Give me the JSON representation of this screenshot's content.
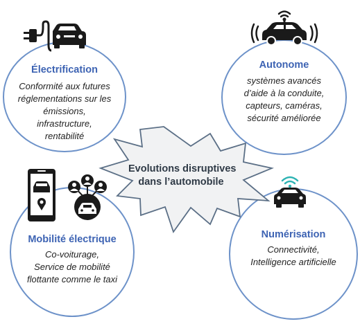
{
  "center": {
    "lines": [
      "Evolutions disruptives",
      "dans l’automobile"
    ]
  },
  "nodes": [
    {
      "title": "Électrification",
      "lines": [
        "Conformité aux futures",
        "réglementations sur les",
        "émissions,",
        "infrastructure,",
        "rentabilité"
      ],
      "icon": "electric-car-plug-icon"
    },
    {
      "title": "Autonome",
      "lines": [
        "systèmes avancés",
        "d’aide à la conduite,",
        "capteurs, caméras,",
        "sécurité améliorée"
      ],
      "icon": "autonomous-car-icon"
    },
    {
      "title": "Mobilité électrique",
      "lines": [
        "Co-voiturage,",
        "Service de mobilité",
        "flottante comme le taxi"
      ],
      "icon": "ride-sharing-icon"
    },
    {
      "title": "Numérisation",
      "lines": [
        "Connectivité,",
        "Intelligence artificielle"
      ],
      "icon": "connected-car-icon"
    }
  ],
  "colors": {
    "circle_border": "#6d92c9",
    "title": "#3d63b3",
    "burst_fill": "#f1f2f3",
    "burst_stroke": "#5b6f86",
    "icon": "#1a1a1a"
  }
}
